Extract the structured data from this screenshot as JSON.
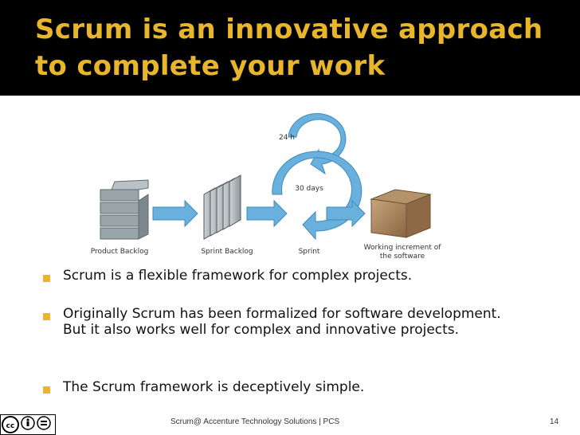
{
  "slide": {
    "title": "Scrum is an innovative approach to complete your work",
    "diagram": {
      "cycle_24h": "24 h",
      "cycle_30days": "30 days",
      "labels": [
        "Product Backlog",
        "Sprint Backlog",
        "Sprint",
        "Working increment of the software"
      ]
    },
    "bullets": [
      "Scrum is a flexible framework for complex projects.",
      "Originally Scrum has been formalized for software development. But it also works well for complex and innovative projects.",
      "The Scrum framework is deceptively simple."
    ],
    "footer": "Scrum@ Accenture Technology Solutions | PCS",
    "page_number": "14"
  },
  "colors": {
    "title_background": "#000000",
    "title_text": "#e8b52c",
    "bullet_marker": "#e8b52c",
    "arrow_blue": "#6ab0dc"
  },
  "icons": [
    "creative-commons-icon",
    "attribution-icon",
    "noderivs-icon"
  ]
}
